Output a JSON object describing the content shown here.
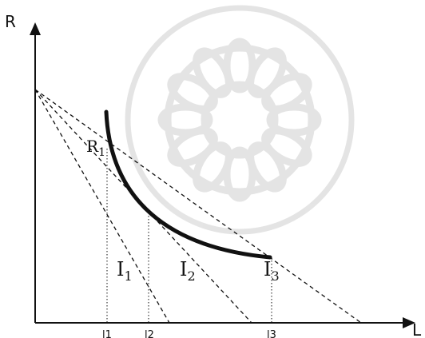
{
  "axes": {
    "y_label": "R",
    "x_label": "L"
  },
  "points": {
    "r1": {
      "letter": "R",
      "sub": "1"
    }
  },
  "lines": [
    {
      "letter": "I",
      "sub": "1"
    },
    {
      "letter": "I",
      "sub": "2"
    },
    {
      "letter": "I",
      "sub": "3"
    }
  ],
  "ticks": [
    "l1",
    "l2",
    "l3"
  ],
  "watermark": {
    "description": "faint gray geometric rosette ornament",
    "color": "#d9d9d9"
  },
  "colors": {
    "ink": "#111111"
  }
}
